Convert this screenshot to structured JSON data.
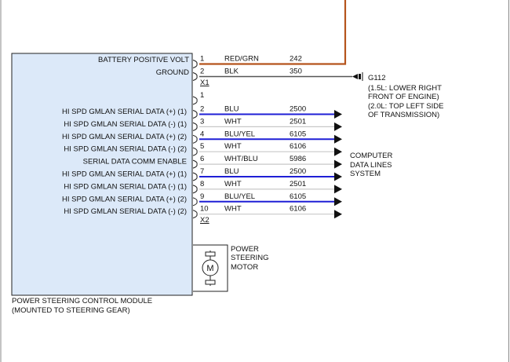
{
  "module": {
    "title_line1": "POWER STEERING CONTROL MODULE",
    "title_line2": "(MOUNTED TO STEERING GEAR)",
    "fill_color": "#dce9f9"
  },
  "connectors": {
    "x1": "X1",
    "x2": "X2"
  },
  "power_rows": [
    {
      "label": "BATTERY POSITIVE VOLT",
      "pin": "1",
      "color_text": "RED/GRN",
      "circuit": "242",
      "wire_color": "#b5541c"
    },
    {
      "label": "GROUND",
      "pin": "2",
      "color_text": "BLK",
      "circuit": "350",
      "wire_color": "#555555"
    }
  ],
  "unused_pin": "1",
  "data_rows": [
    {
      "label": "HI SPD GMLAN SERIAL DATA (+) (1)",
      "pin": "2",
      "color_text": "BLU",
      "circuit": "2500",
      "wire_color": "#1f1fd6"
    },
    {
      "label": "HI SPD GMLAN SERIAL DATA (-) (1)",
      "pin": "3",
      "color_text": "WHT",
      "circuit": "2501",
      "wire_color": "#c8c8c8"
    },
    {
      "label": "HI SPD GMLAN SERIAL DATA (+) (2)",
      "pin": "4",
      "color_text": "BLU/YEL",
      "circuit": "6105",
      "wire_color": "#1f1fd6"
    },
    {
      "label": "HI SPD GMLAN SERIAL DATA (-) (2)",
      "pin": "5",
      "color_text": "WHT",
      "circuit": "6106",
      "wire_color": "#c8c8c8"
    },
    {
      "label": "SERIAL DATA COMM ENABLE",
      "pin": "6",
      "color_text": "WHT/BLU",
      "circuit": "5986",
      "wire_color": "#c8c8c8"
    },
    {
      "label": "HI SPD GMLAN SERIAL DATA (+) (1)",
      "pin": "7",
      "color_text": "BLU",
      "circuit": "2500",
      "wire_color": "#1f1fd6"
    },
    {
      "label": "HI SPD GMLAN SERIAL DATA (-) (1)",
      "pin": "8",
      "color_text": "WHT",
      "circuit": "2501",
      "wire_color": "#c8c8c8"
    },
    {
      "label": "HI SPD GMLAN SERIAL DATA (+) (2)",
      "pin": "9",
      "color_text": "BLU/YEL",
      "circuit": "6105",
      "wire_color": "#1f1fd6"
    },
    {
      "label": "HI SPD GMLAN SERIAL DATA (-) (2)",
      "pin": "10",
      "color_text": "WHT",
      "circuit": "6106",
      "wire_color": "#c8c8c8"
    }
  ],
  "ground": {
    "name": "G112",
    "note_lines": [
      "(1.5L: LOWER RIGHT",
      "FRONT OF ENGINE)",
      "(2.0L: TOP LEFT SIDE",
      "OF TRANSMISSION)"
    ]
  },
  "data_system": {
    "lines": [
      "COMPUTER",
      "DATA LINES",
      "SYSTEM"
    ]
  },
  "motor": {
    "lines": [
      "POWER",
      "STEERING",
      "MOTOR"
    ],
    "symbol": "M"
  }
}
